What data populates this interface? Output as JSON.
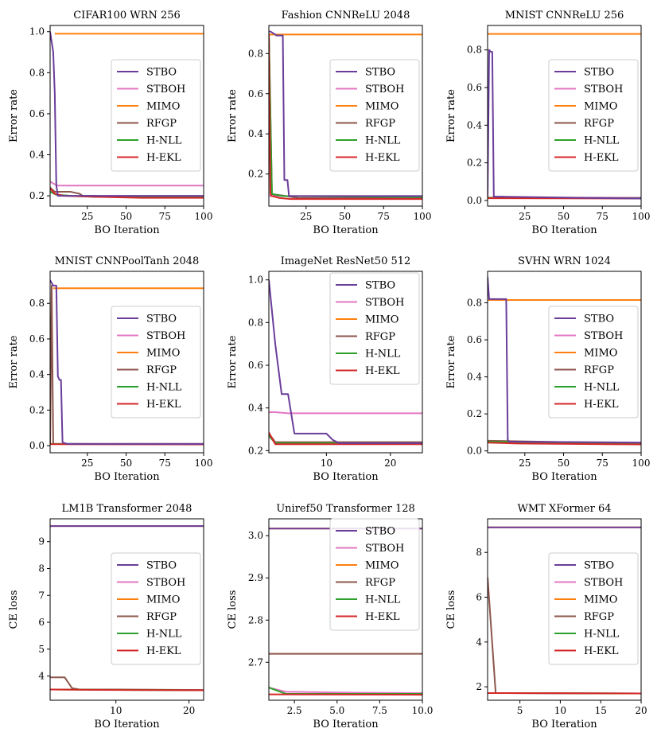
{
  "colors": {
    "STBO": "#6a3d9a",
    "STBOH": "#e377c2",
    "MIMO": "#ff7f0e",
    "RFGP": "#8c564b",
    "H-NLL": "#2ca02c",
    "H-EKL": "#d62728"
  },
  "legend_entries": [
    "STBO",
    "STBOH",
    "MIMO",
    "RFGP",
    "H-NLL",
    "H-EKL"
  ],
  "chart_data": [
    {
      "type": "line",
      "title": "CIFAR100 WRN 256",
      "xlabel": "BO Iteration",
      "ylabel": "Error rate",
      "xlim": [
        1,
        100
      ],
      "ylim": [
        0.15,
        1.03
      ],
      "xticks": [
        25,
        50,
        75,
        100
      ],
      "yticks": [
        0.2,
        0.4,
        0.6,
        0.8,
        1.0
      ],
      "ytick_labels": [
        "0.2",
        "0.4",
        "0.6",
        "0.8",
        "1.0"
      ],
      "legend": "center-right",
      "series": [
        {
          "name": "MIMO",
          "x": [
            4,
            100
          ],
          "y": [
            0.99,
            0.99
          ]
        },
        {
          "name": "STBOH",
          "x": [
            1,
            3,
            6,
            100
          ],
          "y": [
            0.27,
            0.26,
            0.25,
            0.25
          ]
        },
        {
          "name": "RFGP",
          "x": [
            1,
            4,
            8,
            14,
            20,
            22,
            30,
            40,
            100
          ],
          "y": [
            0.24,
            0.22,
            0.22,
            0.22,
            0.21,
            0.2,
            0.2,
            0.195,
            0.195
          ]
        },
        {
          "name": "H-NLL",
          "x": [
            1,
            5,
            15,
            30,
            100
          ],
          "y": [
            0.22,
            0.205,
            0.2,
            0.195,
            0.195
          ]
        },
        {
          "name": "H-EKL",
          "x": [
            1,
            4,
            10,
            30,
            60,
            100
          ],
          "y": [
            0.235,
            0.21,
            0.2,
            0.195,
            0.19,
            0.19
          ]
        },
        {
          "name": "STBO",
          "x": [
            1,
            3,
            4,
            5,
            6,
            100
          ],
          "y": [
            1.0,
            0.9,
            0.7,
            0.25,
            0.2,
            0.2
          ]
        }
      ]
    },
    {
      "type": "line",
      "title": "Fashion CNNReLU 2048",
      "xlabel": "BO Iteration",
      "ylabel": "Error rate",
      "xlim": [
        1,
        100
      ],
      "ylim": [
        0.04,
        0.94
      ],
      "xticks": [
        25,
        50,
        75,
        100
      ],
      "yticks": [
        0.2,
        0.4,
        0.6,
        0.8
      ],
      "ytick_labels": [
        "0.2",
        "0.4",
        "0.6",
        "0.8"
      ],
      "legend": "center-right",
      "series": [
        {
          "name": "MIMO",
          "x": [
            1,
            100
          ],
          "y": [
            0.895,
            0.895
          ]
        },
        {
          "name": "STBOH",
          "x": [
            1,
            10,
            100
          ],
          "y": [
            0.09,
            0.09,
            0.09
          ]
        },
        {
          "name": "RFGP",
          "x": [
            1,
            3,
            12,
            20,
            100
          ],
          "y": [
            0.9,
            0.1,
            0.09,
            0.08,
            0.08
          ]
        },
        {
          "name": "H-NLL",
          "x": [
            1,
            3,
            10,
            100
          ],
          "y": [
            0.9,
            0.1,
            0.09,
            0.085
          ]
        },
        {
          "name": "H-EKL",
          "x": [
            1,
            2,
            3,
            8,
            15,
            100
          ],
          "y": [
            0.9,
            0.1,
            0.09,
            0.08,
            0.075,
            0.075
          ]
        },
        {
          "name": "STBO",
          "x": [
            1,
            2,
            4,
            6,
            10,
            11,
            13,
            14,
            100
          ],
          "y": [
            0.91,
            0.91,
            0.9,
            0.89,
            0.89,
            0.17,
            0.17,
            0.09,
            0.09
          ]
        }
      ]
    },
    {
      "type": "line",
      "title": "MNIST CNNReLU 256",
      "xlabel": "BO Iteration",
      "ylabel": "Error rate",
      "xlim": [
        1,
        100
      ],
      "ylim": [
        -0.03,
        0.93
      ],
      "xticks": [
        25,
        50,
        75,
        100
      ],
      "yticks": [
        0.0,
        0.2,
        0.4,
        0.6,
        0.8
      ],
      "ytick_labels": [
        "0.0",
        "0.2",
        "0.4",
        "0.6",
        "0.8"
      ],
      "legend": "center-right",
      "series": [
        {
          "name": "MIMO",
          "x": [
            1,
            100
          ],
          "y": [
            0.885,
            0.885
          ]
        },
        {
          "name": "STBOH",
          "x": [
            1,
            100
          ],
          "y": [
            0.015,
            0.015
          ]
        },
        {
          "name": "RFGP",
          "x": [
            1,
            100
          ],
          "y": [
            0.015,
            0.012
          ]
        },
        {
          "name": "H-NLL",
          "x": [
            1,
            100
          ],
          "y": [
            0.014,
            0.012
          ]
        },
        {
          "name": "H-EKL",
          "x": [
            1,
            100
          ],
          "y": [
            0.012,
            0.01
          ]
        },
        {
          "name": "STBO",
          "x": [
            1,
            2,
            3,
            4,
            5,
            10,
            100
          ],
          "y": [
            0.02,
            0.8,
            0.79,
            0.79,
            0.02,
            0.02,
            0.01
          ]
        }
      ]
    },
    {
      "type": "line",
      "title": "MNIST CNNPoolTanh 2048",
      "xlabel": "BO Iteration",
      "ylabel": "Error rate",
      "xlim": [
        1,
        100
      ],
      "ylim": [
        -0.04,
        0.98
      ],
      "xticks": [
        25,
        50,
        75,
        100
      ],
      "yticks": [
        0.0,
        0.2,
        0.4,
        0.6,
        0.8
      ],
      "ytick_labels": [
        "0.0",
        "0.2",
        "0.4",
        "0.6",
        "0.8"
      ],
      "legend": "center-right",
      "series": [
        {
          "name": "MIMO",
          "x": [
            3,
            100
          ],
          "y": [
            0.885,
            0.885
          ]
        },
        {
          "name": "STBOH",
          "x": [
            1,
            100
          ],
          "y": [
            0.01,
            0.01
          ]
        },
        {
          "name": "RFGP",
          "x": [
            1,
            2,
            3,
            100
          ],
          "y": [
            0.01,
            0.9,
            0.01,
            0.01
          ]
        },
        {
          "name": "H-NLL",
          "x": [
            1,
            100
          ],
          "y": [
            0.01,
            0.008
          ]
        },
        {
          "name": "H-EKL",
          "x": [
            1,
            100
          ],
          "y": [
            0.008,
            0.007
          ]
        },
        {
          "name": "STBO",
          "x": [
            1,
            3,
            5,
            6,
            7,
            8,
            9,
            10,
            12,
            100
          ],
          "y": [
            0.93,
            0.9,
            0.9,
            0.39,
            0.37,
            0.37,
            0.02,
            0.015,
            0.01,
            0.01
          ]
        }
      ]
    },
    {
      "type": "line",
      "title": "ImageNet ResNet50 512",
      "xlabel": "BO Iteration",
      "ylabel": "Error rate",
      "xlim": [
        1,
        25
      ],
      "ylim": [
        0.19,
        1.04
      ],
      "xticks": [
        10,
        20
      ],
      "yticks": [
        0.2,
        0.4,
        0.6,
        0.8,
        1.0
      ],
      "ytick_labels": [
        "0.2",
        "0.4",
        "0.6",
        "0.8",
        "1.0"
      ],
      "legend": "upper-right",
      "series": [
        {
          "name": "MIMO",
          "x": [],
          "y": []
        },
        {
          "name": "STBOH",
          "x": [
            1,
            2,
            4,
            8,
            25
          ],
          "y": [
            0.38,
            0.38,
            0.375,
            0.375,
            0.375
          ]
        },
        {
          "name": "RFGP",
          "x": [
            1,
            2,
            25
          ],
          "y": [
            0.28,
            0.24,
            0.24
          ]
        },
        {
          "name": "H-NLL",
          "x": [
            1,
            2,
            25
          ],
          "y": [
            0.27,
            0.235,
            0.235
          ]
        },
        {
          "name": "H-EKL",
          "x": [
            1,
            2,
            25
          ],
          "y": [
            0.285,
            0.23,
            0.23
          ]
        },
        {
          "name": "STBO",
          "x": [
            1,
            2,
            3,
            4,
            5,
            10,
            11,
            12,
            25
          ],
          "y": [
            1.0,
            0.7,
            0.465,
            0.465,
            0.28,
            0.28,
            0.25,
            0.235,
            0.235
          ]
        }
      ]
    },
    {
      "type": "line",
      "title": "SVHN WRN 1024",
      "xlabel": "BO Iteration",
      "ylabel": "Error rate",
      "xlim": [
        1,
        100
      ],
      "ylim": [
        -0.01,
        0.97
      ],
      "xticks": [
        25,
        50,
        75,
        100
      ],
      "yticks": [
        0.0,
        0.2,
        0.4,
        0.6,
        0.8
      ],
      "ytick_labels": [
        "0.0",
        "0.2",
        "0.4",
        "0.6",
        "0.8"
      ],
      "legend": "center-right",
      "series": [
        {
          "name": "MIMO",
          "x": [
            1,
            100
          ],
          "y": [
            0.815,
            0.815
          ]
        },
        {
          "name": "STBOH",
          "x": [
            1,
            100
          ],
          "y": [
            0.05,
            0.045
          ]
        },
        {
          "name": "RFGP",
          "x": [
            1,
            100
          ],
          "y": [
            0.055,
            0.04
          ]
        },
        {
          "name": "H-NLL",
          "x": [
            1,
            100
          ],
          "y": [
            0.05,
            0.04
          ]
        },
        {
          "name": "H-EKL",
          "x": [
            1,
            20,
            100
          ],
          "y": [
            0.045,
            0.04,
            0.035
          ]
        },
        {
          "name": "STBO",
          "x": [
            1,
            2,
            13,
            14,
            15,
            100
          ],
          "y": [
            0.94,
            0.82,
            0.82,
            0.06,
            0.05,
            0.045
          ]
        }
      ]
    },
    {
      "type": "line",
      "title": "LM1B Transformer 2048",
      "xlabel": "BO Iteration",
      "ylabel": "CE loss",
      "xlim": [
        1,
        22
      ],
      "ylim": [
        3.1,
        9.85
      ],
      "xticks": [
        10,
        20
      ],
      "yticks": [
        4,
        5,
        6,
        7,
        8,
        9
      ],
      "ytick_labels": [
        "4",
        "5",
        "6",
        "7",
        "8",
        "9"
      ],
      "legend": "center-right",
      "series": [
        {
          "name": "MIMO",
          "x": [
            1,
            22
          ],
          "y": [
            9.58,
            9.58
          ]
        },
        {
          "name": "STBOH",
          "x": [
            1,
            22
          ],
          "y": [
            3.5,
            3.48
          ]
        },
        {
          "name": "RFGP",
          "x": [
            1,
            3,
            4,
            5,
            10,
            22
          ],
          "y": [
            3.95,
            3.95,
            3.55,
            3.5,
            3.5,
            3.48
          ]
        },
        {
          "name": "H-NLL",
          "x": [
            1,
            22
          ],
          "y": [
            3.5,
            3.47
          ]
        },
        {
          "name": "H-EKL",
          "x": [
            1,
            10,
            22
          ],
          "y": [
            3.5,
            3.48,
            3.47
          ]
        },
        {
          "name": "STBO",
          "x": [
            1,
            22
          ],
          "y": [
            9.58,
            9.58
          ]
        }
      ]
    },
    {
      "type": "line",
      "title": "Uniref50 Transformer 128",
      "xlabel": "BO Iteration",
      "ylabel": "CE loss",
      "xlim": [
        1,
        10
      ],
      "ylim": [
        2.61,
        3.04
      ],
      "xticks": [
        2.5,
        5.0,
        7.5,
        10.0
      ],
      "xtick_labels": [
        "2.5",
        "5.0",
        "7.5",
        "10.0"
      ],
      "yticks": [
        2.7,
        2.8,
        2.9,
        3.0
      ],
      "ytick_labels": [
        "2.7",
        "2.8",
        "2.9",
        "3.0"
      ],
      "legend": "upper-right",
      "series": [
        {
          "name": "MIMO",
          "x": [
            1,
            10
          ],
          "y": [
            3.017,
            3.017
          ]
        },
        {
          "name": "STBOH",
          "x": [
            1,
            2,
            6,
            10
          ],
          "y": [
            2.64,
            2.63,
            2.628,
            2.627
          ]
        },
        {
          "name": "RFGP",
          "x": [
            1,
            10
          ],
          "y": [
            2.72,
            2.72
          ]
        },
        {
          "name": "H-NLL",
          "x": [
            1,
            2,
            10
          ],
          "y": [
            2.64,
            2.625,
            2.625
          ]
        },
        {
          "name": "H-EKL",
          "x": [
            1,
            10
          ],
          "y": [
            2.624,
            2.623
          ]
        },
        {
          "name": "STBO",
          "x": [
            1,
            10
          ],
          "y": [
            3.017,
            3.017
          ]
        }
      ]
    },
    {
      "type": "line",
      "title": "WMT XFormer 64",
      "xlabel": "BO Iteration",
      "ylabel": "CE loss",
      "xlim": [
        1,
        20
      ],
      "ylim": [
        1.4,
        9.5
      ],
      "xticks": [
        5,
        10,
        15,
        20
      ],
      "yticks": [
        2,
        4,
        6,
        8
      ],
      "ytick_labels": [
        "2",
        "4",
        "6",
        "8"
      ],
      "legend": "center-right",
      "series": [
        {
          "name": "MIMO",
          "x": [
            1,
            20
          ],
          "y": [
            9.12,
            9.12
          ]
        },
        {
          "name": "STBOH",
          "x": [
            1,
            20
          ],
          "y": [
            1.72,
            1.7
          ]
        },
        {
          "name": "RFGP",
          "x": [
            1,
            2,
            20
          ],
          "y": [
            6.9,
            1.72,
            1.7
          ]
        },
        {
          "name": "H-NLL",
          "x": [
            1,
            20
          ],
          "y": [
            1.72,
            1.7
          ]
        },
        {
          "name": "H-EKL",
          "x": [
            1,
            20
          ],
          "y": [
            1.72,
            1.7
          ]
        },
        {
          "name": "STBO",
          "x": [
            1,
            20
          ],
          "y": [
            9.12,
            9.12
          ]
        }
      ]
    }
  ]
}
